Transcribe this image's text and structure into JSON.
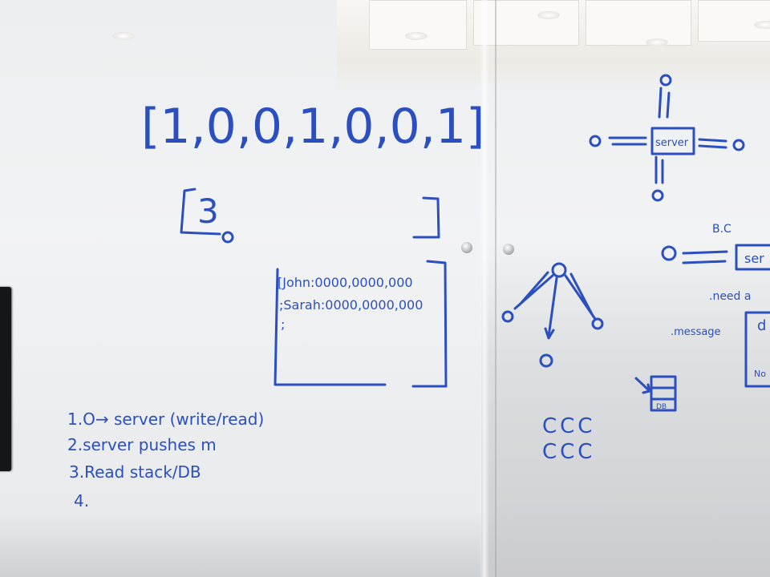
{
  "board": {
    "array_text": "[1,0,0,1,0,0,1]",
    "bracket_number": "3",
    "records": {
      "line1": "[John:0000,0000,000",
      "line2": ";Sarah:0000,0000,000",
      "line3": ";"
    },
    "steps": [
      "1.O→ server (write/read)",
      "2.server pushes m",
      "3.Read stack/DB",
      "4."
    ],
    "server_label": "server",
    "server_label_partial": "ser",
    "label_bc": "B.C",
    "note_need": ".need a",
    "note_message": ".message",
    "note_d": "d",
    "note_no": "No",
    "note_db": "DB",
    "ccc_row1": "CCC",
    "ccc_row2": "CCC"
  },
  "colors": {
    "ink": "#2b4fbf"
  }
}
